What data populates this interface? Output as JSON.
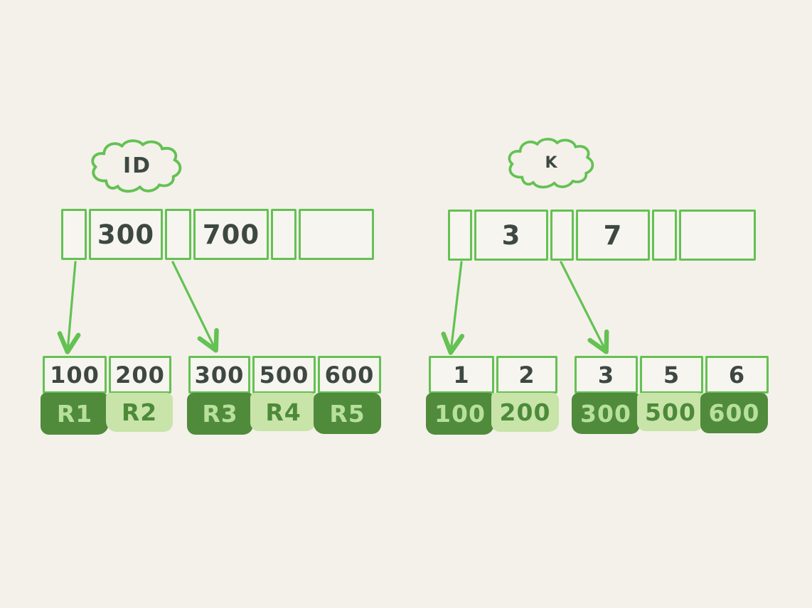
{
  "colors": {
    "background": "#f3f1ea",
    "stroke_green": "#64c153",
    "ink": "#3e4842",
    "record_dark_fill": "#4f8b3b",
    "record_light_fill": "#c8e4a8",
    "record_dark_text": "#b7e09c",
    "record_light_text": "#4c8a3a"
  },
  "left_tree": {
    "cloud_label": "ID",
    "root_cells": [
      "",
      "300",
      "",
      "700",
      "",
      ""
    ],
    "leaf1_keys": [
      "100",
      "200"
    ],
    "leaf1_records": [
      "R1",
      "R2"
    ],
    "leaf2_keys": [
      "300",
      "500",
      "600"
    ],
    "leaf2_records": [
      "R3",
      "R4",
      "R5"
    ]
  },
  "right_tree": {
    "cloud_label": "K",
    "root_cells": [
      "",
      "3",
      "",
      "7",
      "",
      ""
    ],
    "leaf1_keys": [
      "1",
      "2"
    ],
    "leaf1_records": [
      "100",
      "200"
    ],
    "leaf2_keys": [
      "3",
      "5",
      "6"
    ],
    "leaf2_records": [
      "300",
      "500",
      "600"
    ]
  }
}
